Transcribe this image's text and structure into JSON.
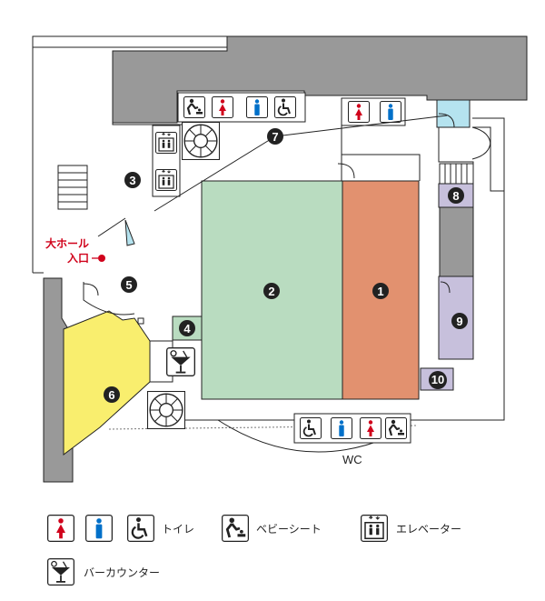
{
  "colors": {
    "wall": "#999999",
    "room_1": "#e2916f",
    "room_2": "#b9dcc0",
    "room_6": "#f9ee6e",
    "room_9": "#c7c0dc",
    "elevator_lobby": "#b5e3ef",
    "marker": "#222222",
    "entrance": "#d0021b",
    "female": "#d0021b",
    "male": "#0070c9"
  },
  "markers": [
    {
      "id": "marker-1",
      "label": "1"
    },
    {
      "id": "marker-2",
      "label": "2"
    },
    {
      "id": "marker-3",
      "label": "3"
    },
    {
      "id": "marker-4",
      "label": "4"
    },
    {
      "id": "marker-5",
      "label": "5"
    },
    {
      "id": "marker-6",
      "label": "6"
    },
    {
      "id": "marker-7",
      "label": "7"
    },
    {
      "id": "marker-8",
      "label": "8"
    },
    {
      "id": "marker-9",
      "label": "9"
    },
    {
      "id": "marker-10",
      "label": "10"
    }
  ],
  "labels": {
    "entrance_line1": "大ホール",
    "entrance_line2": "入口",
    "wc": "WC"
  },
  "legend": {
    "toilet": "トイレ",
    "baby_seat": "ベビーシート",
    "elevator": "エレベーター",
    "bar_counter": "バーカウンター"
  },
  "icons": [
    "female-toilet-icon",
    "male-toilet-icon",
    "wheelchair-icon",
    "baby-seat-icon",
    "elevator-icon",
    "cocktail-icon",
    "escalator-icon",
    "stairs-icon",
    "door-icon"
  ]
}
